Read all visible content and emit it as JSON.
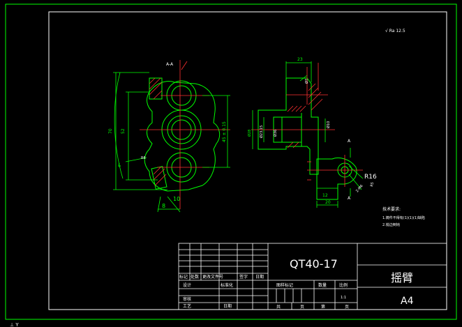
{
  "drawing": {
    "title_block": {
      "material": "QT40-17",
      "part_name": "摇臂",
      "sheet_size": "A4",
      "scale_value": "1:1",
      "header_row": [
        "标记",
        "处数",
        "更改文件号",
        "签字",
        "日期"
      ],
      "row_design": {
        "label": "设计",
        "std": "标准化"
      },
      "row_review": {
        "label": "审核",
        "date": "日期"
      },
      "row_process": {
        "label": "工艺"
      },
      "right_headers": [
        "图样标记",
        "数量",
        "比例"
      ],
      "bottom_cells": [
        "共",
        "页",
        "第",
        "页"
      ]
    },
    "roughness_note": "√ Ra 12.5",
    "tech_requirements": {
      "title": "技术要求:",
      "line1": "1.铸件不得有(1)(1)(1)缺陷",
      "line2": "2.锐边倒钝"
    },
    "front_view": {
      "section_label": "A-A",
      "dims": {
        "height_outer": "70",
        "height_inner": "52",
        "center_dist": "45 ± 0.15",
        "radius": "R6",
        "angle": "8°",
        "bottom_a": "8",
        "bottom_b": "10"
      }
    },
    "side_view": {
      "dims": {
        "top_width": "23",
        "phi7": "Ø7",
        "phi28": "Ø28",
        "phi23": "Ø23.15",
        "phi36": "Ø36",
        "phi10": "Ø10"
      }
    },
    "detail_view": {
      "label_a": "A",
      "label_b": "A",
      "dims": {
        "r16": "R16",
        "d12": "12",
        "d20": "20",
        "m6": "2-M6",
        "r5": "R5"
      }
    },
    "corner_label": "⊥ Y"
  }
}
